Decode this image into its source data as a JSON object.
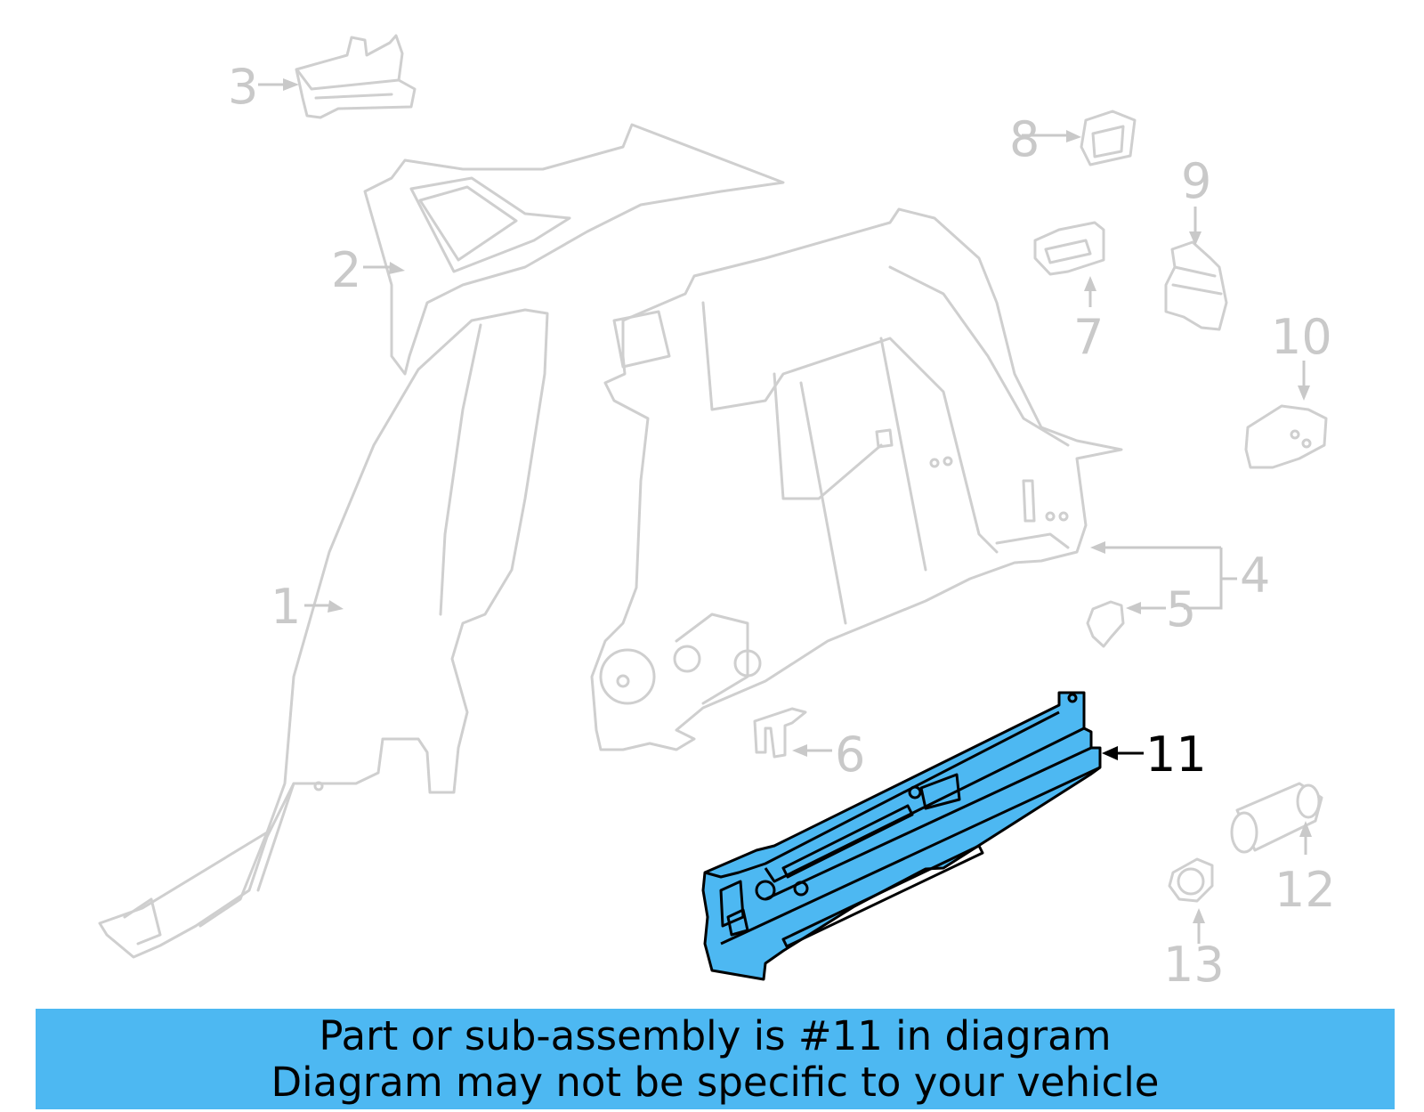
{
  "diagram": {
    "highlight_color": "#4db8f2",
    "ghost_color": "#cfcfcf",
    "callouts": [
      {
        "id": "1",
        "label": "1"
      },
      {
        "id": "2",
        "label": "2"
      },
      {
        "id": "3",
        "label": "3"
      },
      {
        "id": "4",
        "label": "4"
      },
      {
        "id": "5",
        "label": "5"
      },
      {
        "id": "6",
        "label": "6"
      },
      {
        "id": "7",
        "label": "7"
      },
      {
        "id": "8",
        "label": "8"
      },
      {
        "id": "9",
        "label": "9"
      },
      {
        "id": "10",
        "label": "10"
      },
      {
        "id": "11",
        "label": "11"
      },
      {
        "id": "12",
        "label": "12"
      },
      {
        "id": "13",
        "label": "13"
      }
    ],
    "highlighted_part": "11"
  },
  "banner": {
    "line1": "Part or sub-assembly is #11 in diagram",
    "line2": "Diagram may not be specific to your vehicle",
    "background": "#4db8f2"
  }
}
